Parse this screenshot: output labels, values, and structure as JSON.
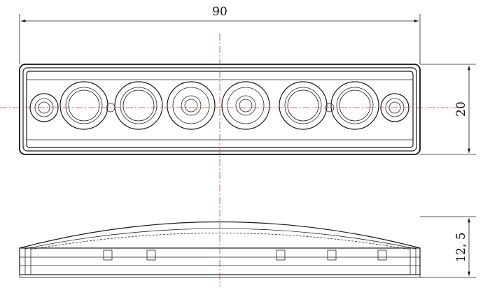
{
  "dimensions": {
    "width_label": "90",
    "height_label": "20",
    "depth_label": "12, 5"
  },
  "lamp": {
    "led_count": 6,
    "reflector_count": 2
  },
  "colors": {
    "line": "#111111",
    "centerline": "#dd3333",
    "background": "#ffffff"
  }
}
